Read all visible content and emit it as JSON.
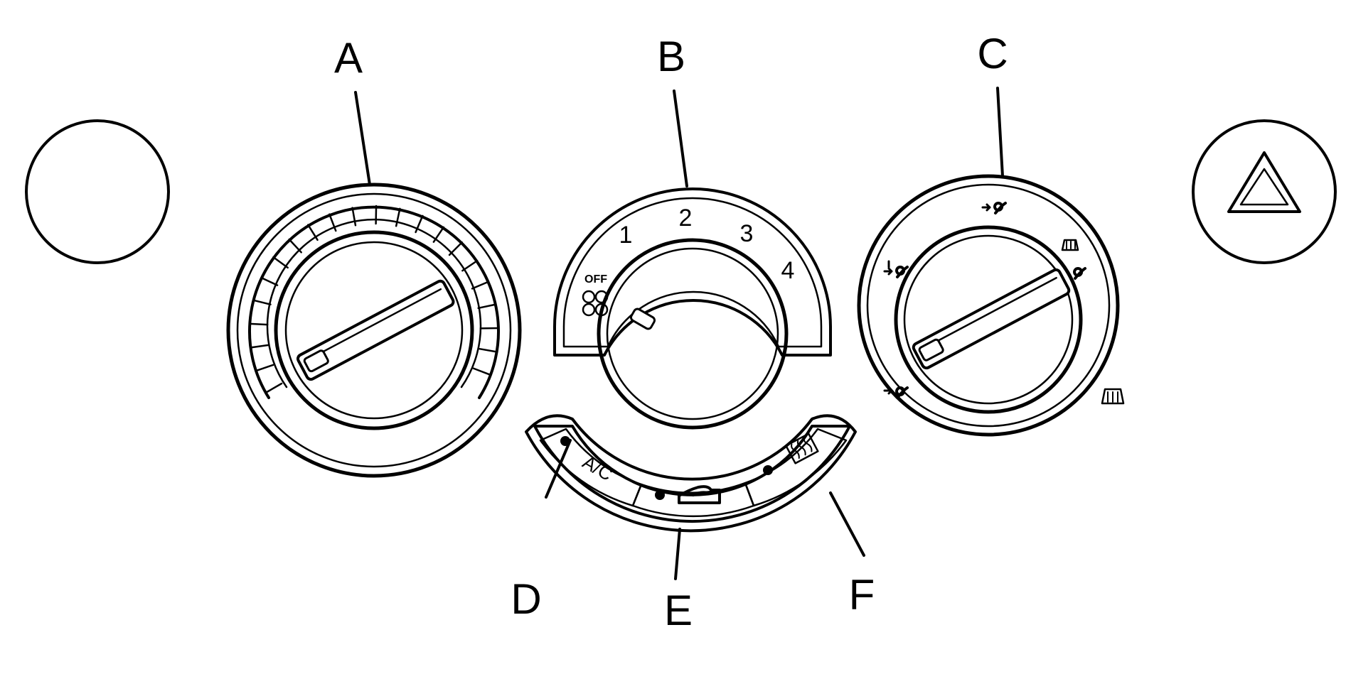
{
  "callouts": {
    "temperature_knob": "A",
    "fan_knob": "B",
    "mode_knob": "C",
    "ac_button": "D",
    "recirculation_button": "E",
    "rear_defrost_button": "F"
  },
  "fan_speeds": [
    "1",
    "2",
    "3",
    "4"
  ],
  "fan_off_label": "OFF",
  "ac_label": "A/C",
  "icons": {
    "fan_off": "fan-icon",
    "recirculation": "recirculation-car-icon",
    "rear_defrost": "rear-defrost-icon",
    "mode_vent": "vent-mode-icon",
    "mode_bilevel": "bi-level-mode-icon",
    "mode_floor": "floor-mode-icon",
    "mode_defog": "defog-mode-icon",
    "mode_defrost": "defrost-mode-icon",
    "hazard": "hazard-triangle-icon"
  }
}
